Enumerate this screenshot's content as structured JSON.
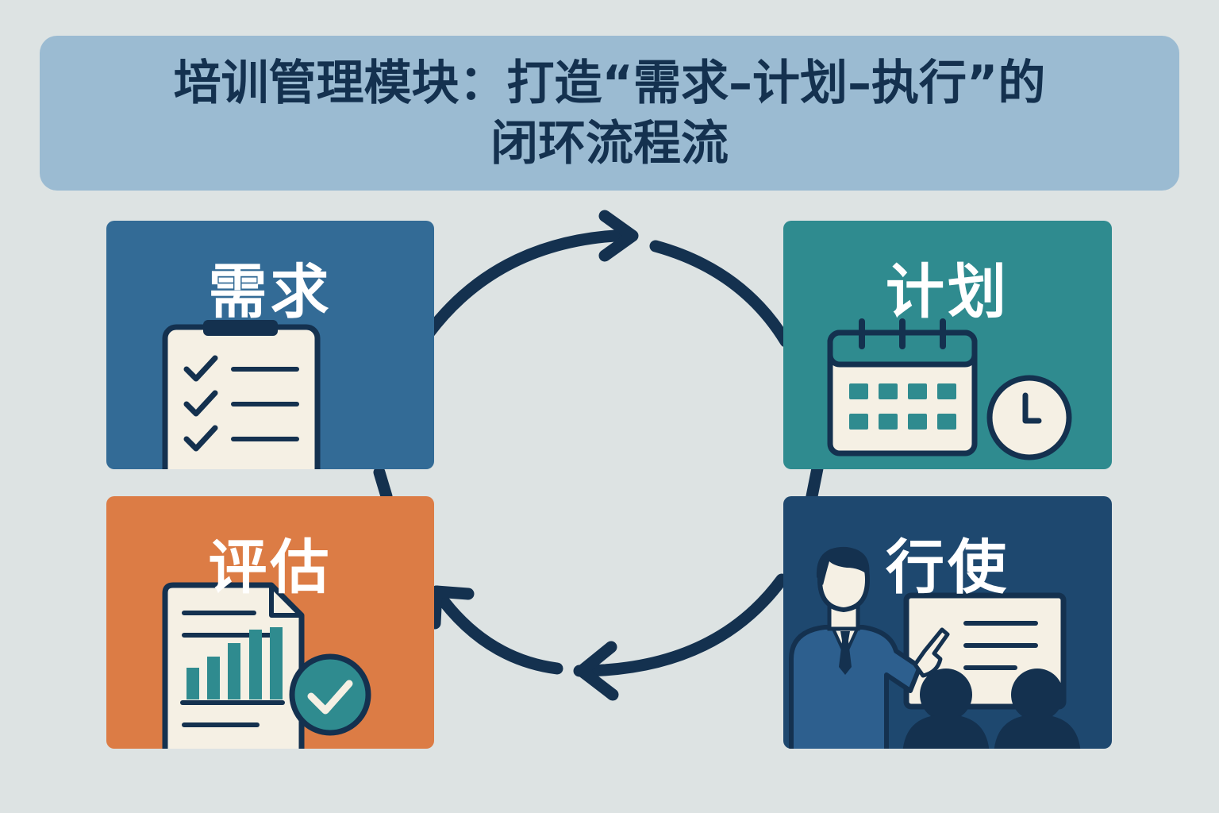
{
  "title": {
    "line1": "培训管理模块：打造“需求–计划–执行”的",
    "line2": "闭环流程流"
  },
  "stages": {
    "need": {
      "label": "需求",
      "color": "#336b96",
      "icon": "checklist-clipboard-icon"
    },
    "plan": {
      "label": "计划",
      "color": "#2f8b8f",
      "icon": "calendar-clock-icon"
    },
    "eval": {
      "label": "评估",
      "color": "#dc7c45",
      "icon": "report-chart-check-icon"
    },
    "exec": {
      "label": "行使",
      "color": "#1e486f",
      "icon": "presenter-whiteboard-icon"
    }
  },
  "colors": {
    "background": "#dde3e3",
    "banner": "#9bbbd2",
    "navy": "#14314f",
    "paper": "#f5f0e4"
  }
}
